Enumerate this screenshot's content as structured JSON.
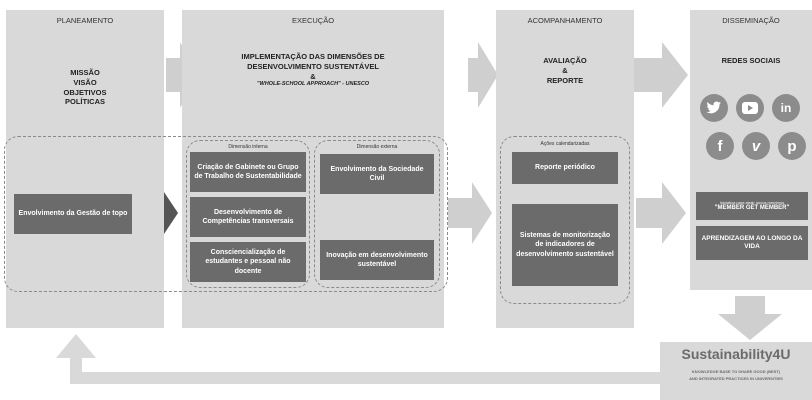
{
  "columns": {
    "planning": {
      "header": "PLANEAMENTO",
      "items": [
        "MISSÃO",
        "VISÃO",
        "OBJETIVOS",
        "POLÍTICAS"
      ],
      "box": "Envolvimento da Gestão de topo"
    },
    "execution": {
      "header": "EXECUÇÃO",
      "title_line1": "IMPLEMENTAÇÃO DAS DIMENSÕES DE",
      "title_line2": "DESENVOLVIMENTO SUSTENTÁVEL",
      "title_amp": "&",
      "title_line3": "\"WHOLE-SCHOOL APPROACH\" - UNESCO",
      "internal_label": "Dimensão interna",
      "external_label": "Dimensão externa",
      "internal_boxes": [
        "Criação de Gabinete ou Grupo de Trabalho de Sustentabilidade",
        "Desenvolvimento de Competências transversais",
        "Consciencialização de estudantes e pessoal não docente"
      ],
      "external_boxes": [
        "Envolvimento da Sociedade Civil",
        "Inovação em desenvolvimento sustentável"
      ]
    },
    "monitoring": {
      "header": "ACOMPANHAMENTO",
      "title_line1": "AVALIAÇÃO",
      "title_amp": "&",
      "title_line2": "REPORTE",
      "scheduled_label": "Ações calendarizadas",
      "boxes": [
        "Reporte periódico",
        "Sistemas de monitorização de indicadores de desenvolvimento sustentável"
      ]
    },
    "dissemination": {
      "header": "DISSEMINAÇÃO",
      "title": "REDES SOCIAIS",
      "social_icons": [
        "twitter-icon",
        "youtube-icon",
        "linkedin-icon",
        "facebook-icon",
        "vimeo-icon",
        "pinterest-icon"
      ],
      "member_small": "Iniciativa para atrair novos membros",
      "member_big": "\"MEMBER GET MEMBER\"",
      "lifelong": "APRENDIZAGEM AO LONGO DA VIDA"
    }
  },
  "brand": {
    "name": "Sustainability4U",
    "tagline_line1": "KNOWLEDGE BASE TO SHARE GOOD (BEST)",
    "tagline_line2": "AND INTEGRATED PRACTICES IN UNIVERSITIES"
  },
  "colors": {
    "panel": "#d9d9d9",
    "dark_box": "#6b6b6b",
    "arrow": "#cfcfcf",
    "dark_arrow": "#555555",
    "icon": "#8c8c8c"
  }
}
